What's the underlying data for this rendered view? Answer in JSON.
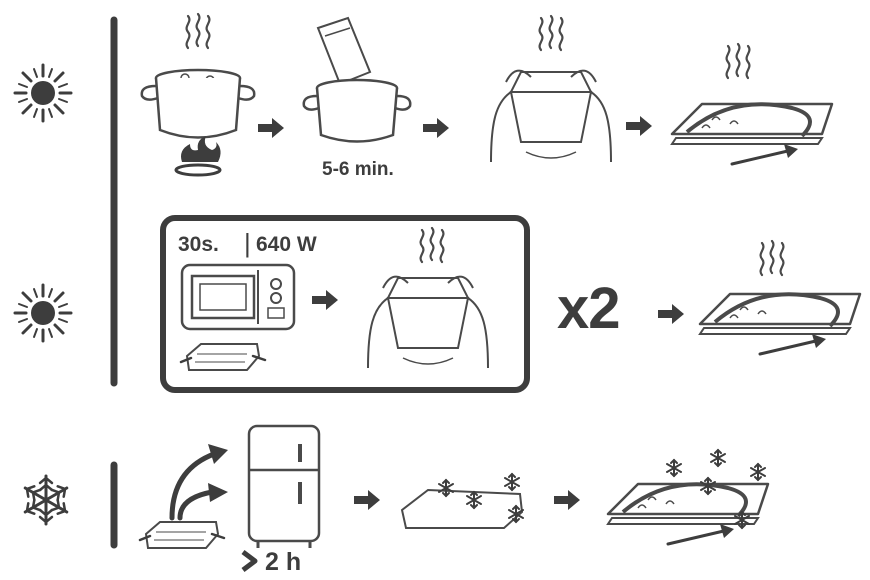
{
  "colors": {
    "ink": "#3d3d3d",
    "stroke": "#4a4a4a",
    "background": "#ffffff"
  },
  "icons": [
    "sun-icon",
    "sun-icon",
    "snowflake-icon",
    "steam-icon",
    "pot-icon",
    "burner-flame-icon",
    "sachet-icon",
    "hands-kneading-icon",
    "arrow-right-icon",
    "pouch-cover-icon",
    "microwave-icon",
    "refrigerator-icon",
    "snowflake-icon",
    "chevron-right-icon"
  ],
  "rows": {
    "stove": {
      "time_label": "5-6 min."
    },
    "microwave": {
      "time_label": "30s.",
      "separator": "|",
      "power_label": "640 W",
      "repeat_label": "x2"
    },
    "freezer": {
      "duration_label": "2 h"
    }
  }
}
